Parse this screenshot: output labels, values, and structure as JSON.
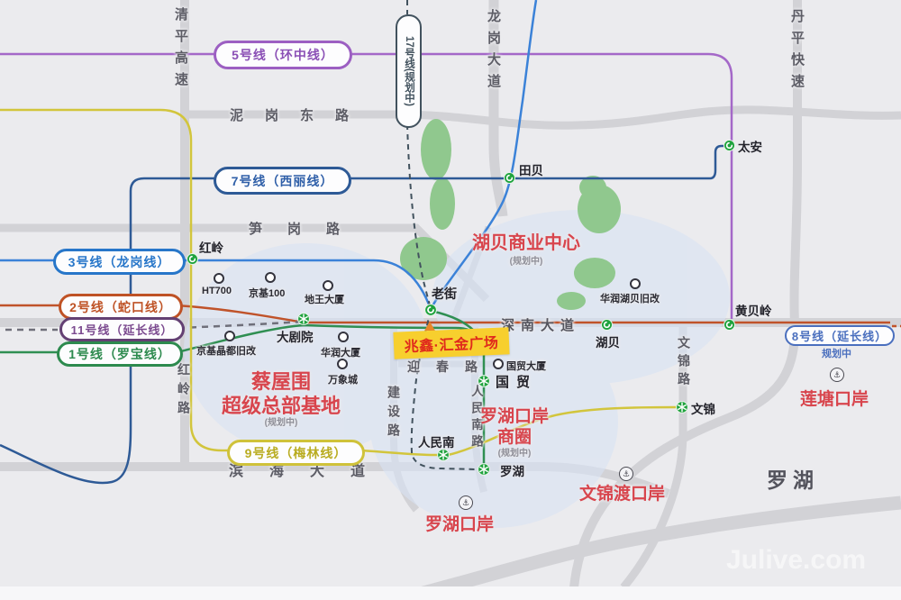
{
  "watermark": "Julive.com",
  "district": "罗湖",
  "highlight": {
    "label": "兆鑫·汇金广场",
    "bg_color": "#f7cf2e",
    "text_color": "#e02a1c"
  },
  "metro_lines": [
    {
      "id": "line5",
      "label": "5号线（环中线）",
      "color": "#a468c8"
    },
    {
      "id": "line7",
      "label": "7号线（西丽线）",
      "color": "#2e5a96"
    },
    {
      "id": "line3",
      "label": "3号线（龙岗线）",
      "color": "#3b82d8"
    },
    {
      "id": "line2",
      "label": "2号线（蛇口线）",
      "color": "#c0532a"
    },
    {
      "id": "line11",
      "label": "11号线（延长线）",
      "color": "#6f6f7a"
    },
    {
      "id": "line1",
      "label": "1号线（罗宝线）",
      "color": "#2f8f52"
    },
    {
      "id": "line9",
      "label": "9号线（梅林线）",
      "color": "#d2c53c"
    },
    {
      "id": "line8",
      "label": "8号线（延长线）",
      "note": "规划中",
      "color": "#4a6fbe"
    },
    {
      "id": "line17",
      "label": "17号线(规划中)",
      "color": "#42525e"
    }
  ],
  "roads": [
    {
      "label": "清平高速"
    },
    {
      "label": "泥岗东路"
    },
    {
      "label": "笋岗路"
    },
    {
      "label": "龙岗大道"
    },
    {
      "label": "丹平快速"
    },
    {
      "label": "深南大道"
    },
    {
      "label": "滨海大道"
    },
    {
      "label": "红岭路"
    },
    {
      "label": "建设路"
    },
    {
      "label": "人民南路"
    },
    {
      "label": "迎春路"
    },
    {
      "label": "文锦路"
    }
  ],
  "stations": [
    {
      "label": "红岭"
    },
    {
      "label": "田贝"
    },
    {
      "label": "太安"
    },
    {
      "label": "老街"
    },
    {
      "label": "大剧院"
    },
    {
      "label": "湖贝"
    },
    {
      "label": "黄贝岭"
    },
    {
      "label": "国贸"
    },
    {
      "label": "人民南"
    },
    {
      "label": "罗湖"
    },
    {
      "label": "文锦"
    }
  ],
  "buildings": [
    {
      "label": "HT700"
    },
    {
      "label": "京基100"
    },
    {
      "label": "地王大厦"
    },
    {
      "label": "京基晶都旧改"
    },
    {
      "label": "华润大厦"
    },
    {
      "label": "万象城"
    },
    {
      "label": "国贸大厦"
    },
    {
      "label": "华润湖贝旧改"
    }
  ],
  "areas": [
    {
      "name": "湖贝商业中心",
      "note": "(规划中)"
    },
    {
      "name_line1": "蔡屋围",
      "name_line2": "超级总部基地",
      "note": "(规划中)"
    },
    {
      "name_line1": "罗湖口岸",
      "name_line2": "商圈",
      "note": "(规划中)"
    }
  ],
  "ports": [
    {
      "label": "罗湖口岸"
    },
    {
      "label": "文锦渡口岸"
    },
    {
      "label": "莲塘口岸"
    }
  ],
  "colors": {
    "background": "#ebebee",
    "road": "#d2d2d6",
    "zone_blue": "#d8e3f4",
    "park_green": "#90c88e",
    "station_green": "#1fa23d",
    "area_red": "#d8454d"
  }
}
